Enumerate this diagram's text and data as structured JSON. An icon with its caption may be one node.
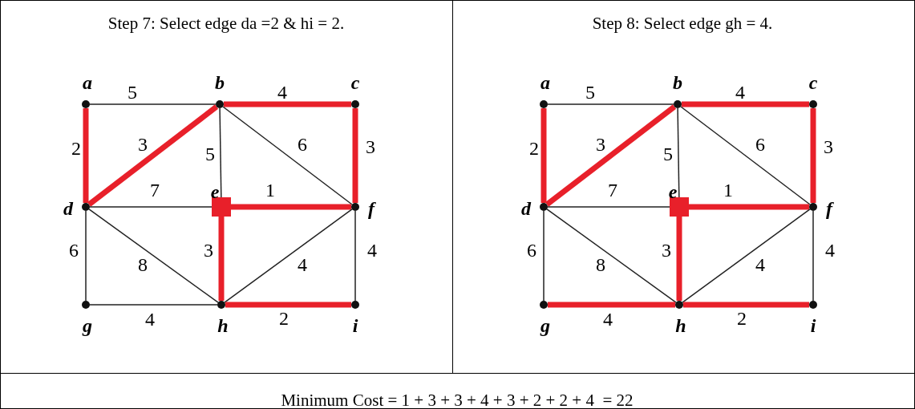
{
  "diagram": {
    "nodes": [
      {
        "text": [],
        "shape": "circle",
        "beside": [
          "a"
        ]
      },
      {
        "text": [],
        "shape": "circle",
        "beside": [
          "b"
        ]
      },
      {
        "text": [],
        "shape": "circle",
        "beside": [
          "c"
        ]
      },
      {
        "text": [],
        "shape": "circle",
        "beside": [
          "d"
        ]
      },
      {
        "text": [],
        "shape": "box",
        "beside": [
          "e"
        ]
      },
      {
        "text": [],
        "shape": "circle",
        "beside": [
          "f"
        ]
      },
      {
        "text": [],
        "shape": "circle",
        "beside": [
          "g"
        ]
      },
      {
        "text": [],
        "shape": "circle",
        "beside": [
          "h"
        ]
      },
      {
        "text": [],
        "shape": "circle",
        "beside": [
          "i"
        ]
      },
      {
        "text": [],
        "shape": "circle",
        "beside": [
          "a"
        ]
      },
      {
        "text": [],
        "shape": "circle",
        "beside": [
          "b"
        ]
      },
      {
        "text": [],
        "shape": "circle",
        "beside": [
          "c"
        ]
      },
      {
        "text": [],
        "shape": "circle",
        "beside": [
          "d"
        ]
      },
      {
        "text": [],
        "shape": "box",
        "beside": [
          "e"
        ]
      },
      {
        "text": [],
        "shape": "circle",
        "beside": [
          "f"
        ]
      },
      {
        "text": [],
        "shape": "circle",
        "beside": [
          "g"
        ]
      },
      {
        "text": [],
        "shape": "circle",
        "beside": [
          "h"
        ]
      },
      {
        "text": [],
        "shape": "circle",
        "beside": [
          "i"
        ]
      }
    ],
    "edges": [
      {
        "from": 0,
        "to": 1,
        "arrow": "none",
        "label": "5"
      },
      {
        "from": 1,
        "to": 2,
        "arrow": "none",
        "label": "4",
        "style": "thick",
        "color": "#e8202a"
      },
      {
        "from": 0,
        "to": 3,
        "arrow": "none",
        "label": "2",
        "style": "thick",
        "color": "#e8202a"
      },
      {
        "from": 3,
        "to": 1,
        "arrow": "none",
        "label": "3",
        "style": "thick",
        "color": "#e8202a"
      },
      {
        "from": 1,
        "to": 4,
        "arrow": "none",
        "label": "5"
      },
      {
        "from": 1,
        "to": 5,
        "arrow": "none",
        "label": "6"
      },
      {
        "from": 2,
        "to": 5,
        "arrow": "none",
        "label": "3",
        "style": "thick",
        "color": "#e8202a"
      },
      {
        "from": 3,
        "to": 4,
        "arrow": "none",
        "label": "7"
      },
      {
        "from": 4,
        "to": 5,
        "arrow": "none",
        "label": "1",
        "style": "thick",
        "color": "#e8202a"
      },
      {
        "from": 3,
        "to": 6,
        "arrow": "none",
        "label": "6"
      },
      {
        "from": 3,
        "to": 7,
        "arrow": "none",
        "label": "8"
      },
      {
        "from": 4,
        "to": 7,
        "arrow": "none",
        "label": "3",
        "style": "thick",
        "color": "#e8202a"
      },
      {
        "from": 5,
        "to": 7,
        "arrow": "none",
        "label": "4"
      },
      {
        "from": 5,
        "to": 8,
        "arrow": "none",
        "label": "4"
      },
      {
        "from": 6,
        "to": 7,
        "arrow": "none",
        "label": "4"
      },
      {
        "from": 7,
        "to": 8,
        "arrow": "none",
        "label": "2",
        "style": "thick",
        "color": "#e8202a"
      },
      {
        "from": 9,
        "to": 10,
        "arrow": "none",
        "label": "5"
      },
      {
        "from": 10,
        "to": 11,
        "arrow": "none",
        "label": "4",
        "style": "thick",
        "color": "#e8202a"
      },
      {
        "from": 9,
        "to": 12,
        "arrow": "none",
        "label": "2",
        "style": "thick",
        "color": "#e8202a"
      },
      {
        "from": 12,
        "to": 10,
        "arrow": "none",
        "label": "3",
        "style": "thick",
        "color": "#e8202a"
      },
      {
        "from": 10,
        "to": 13,
        "arrow": "none",
        "label": "5"
      },
      {
        "from": 10,
        "to": 14,
        "arrow": "none",
        "label": "6"
      },
      {
        "from": 11,
        "to": 14,
        "arrow": "none",
        "label": "3",
        "style": "thick",
        "color": "#e8202a"
      },
      {
        "from": 12,
        "to": 13,
        "arrow": "none",
        "label": "7"
      },
      {
        "from": 13,
        "to": 14,
        "arrow": "none",
        "label": "1",
        "style": "thick",
        "color": "#e8202a"
      },
      {
        "from": 12,
        "to": 15,
        "arrow": "none",
        "label": "6"
      },
      {
        "from": 12,
        "to": 16,
        "arrow": "none",
        "label": "8"
      },
      {
        "from": 13,
        "to": 16,
        "arrow": "none",
        "label": "3",
        "style": "thick",
        "color": "#e8202a"
      },
      {
        "from": 14,
        "to": 16,
        "arrow": "none",
        "label": "4"
      },
      {
        "from": 14,
        "to": 17,
        "arrow": "none",
        "label": "4"
      },
      {
        "from": 15,
        "to": 16,
        "arrow": "none",
        "label": "4",
        "style": "thick",
        "color": "#e8202a"
      },
      {
        "from": 16,
        "to": 17,
        "arrow": "none",
        "label": "2",
        "style": "thick",
        "color": "#e8202a"
      }
    ],
    "labels": [
      "Step 7: Select edge da =2 & hi = 2.",
      "Step 8: Select edge gh = 4.",
      "Minimum Cost = 1 + 3 + 3 + 4 + 3 + 2 + 2 + 4  = 22"
    ]
  }
}
